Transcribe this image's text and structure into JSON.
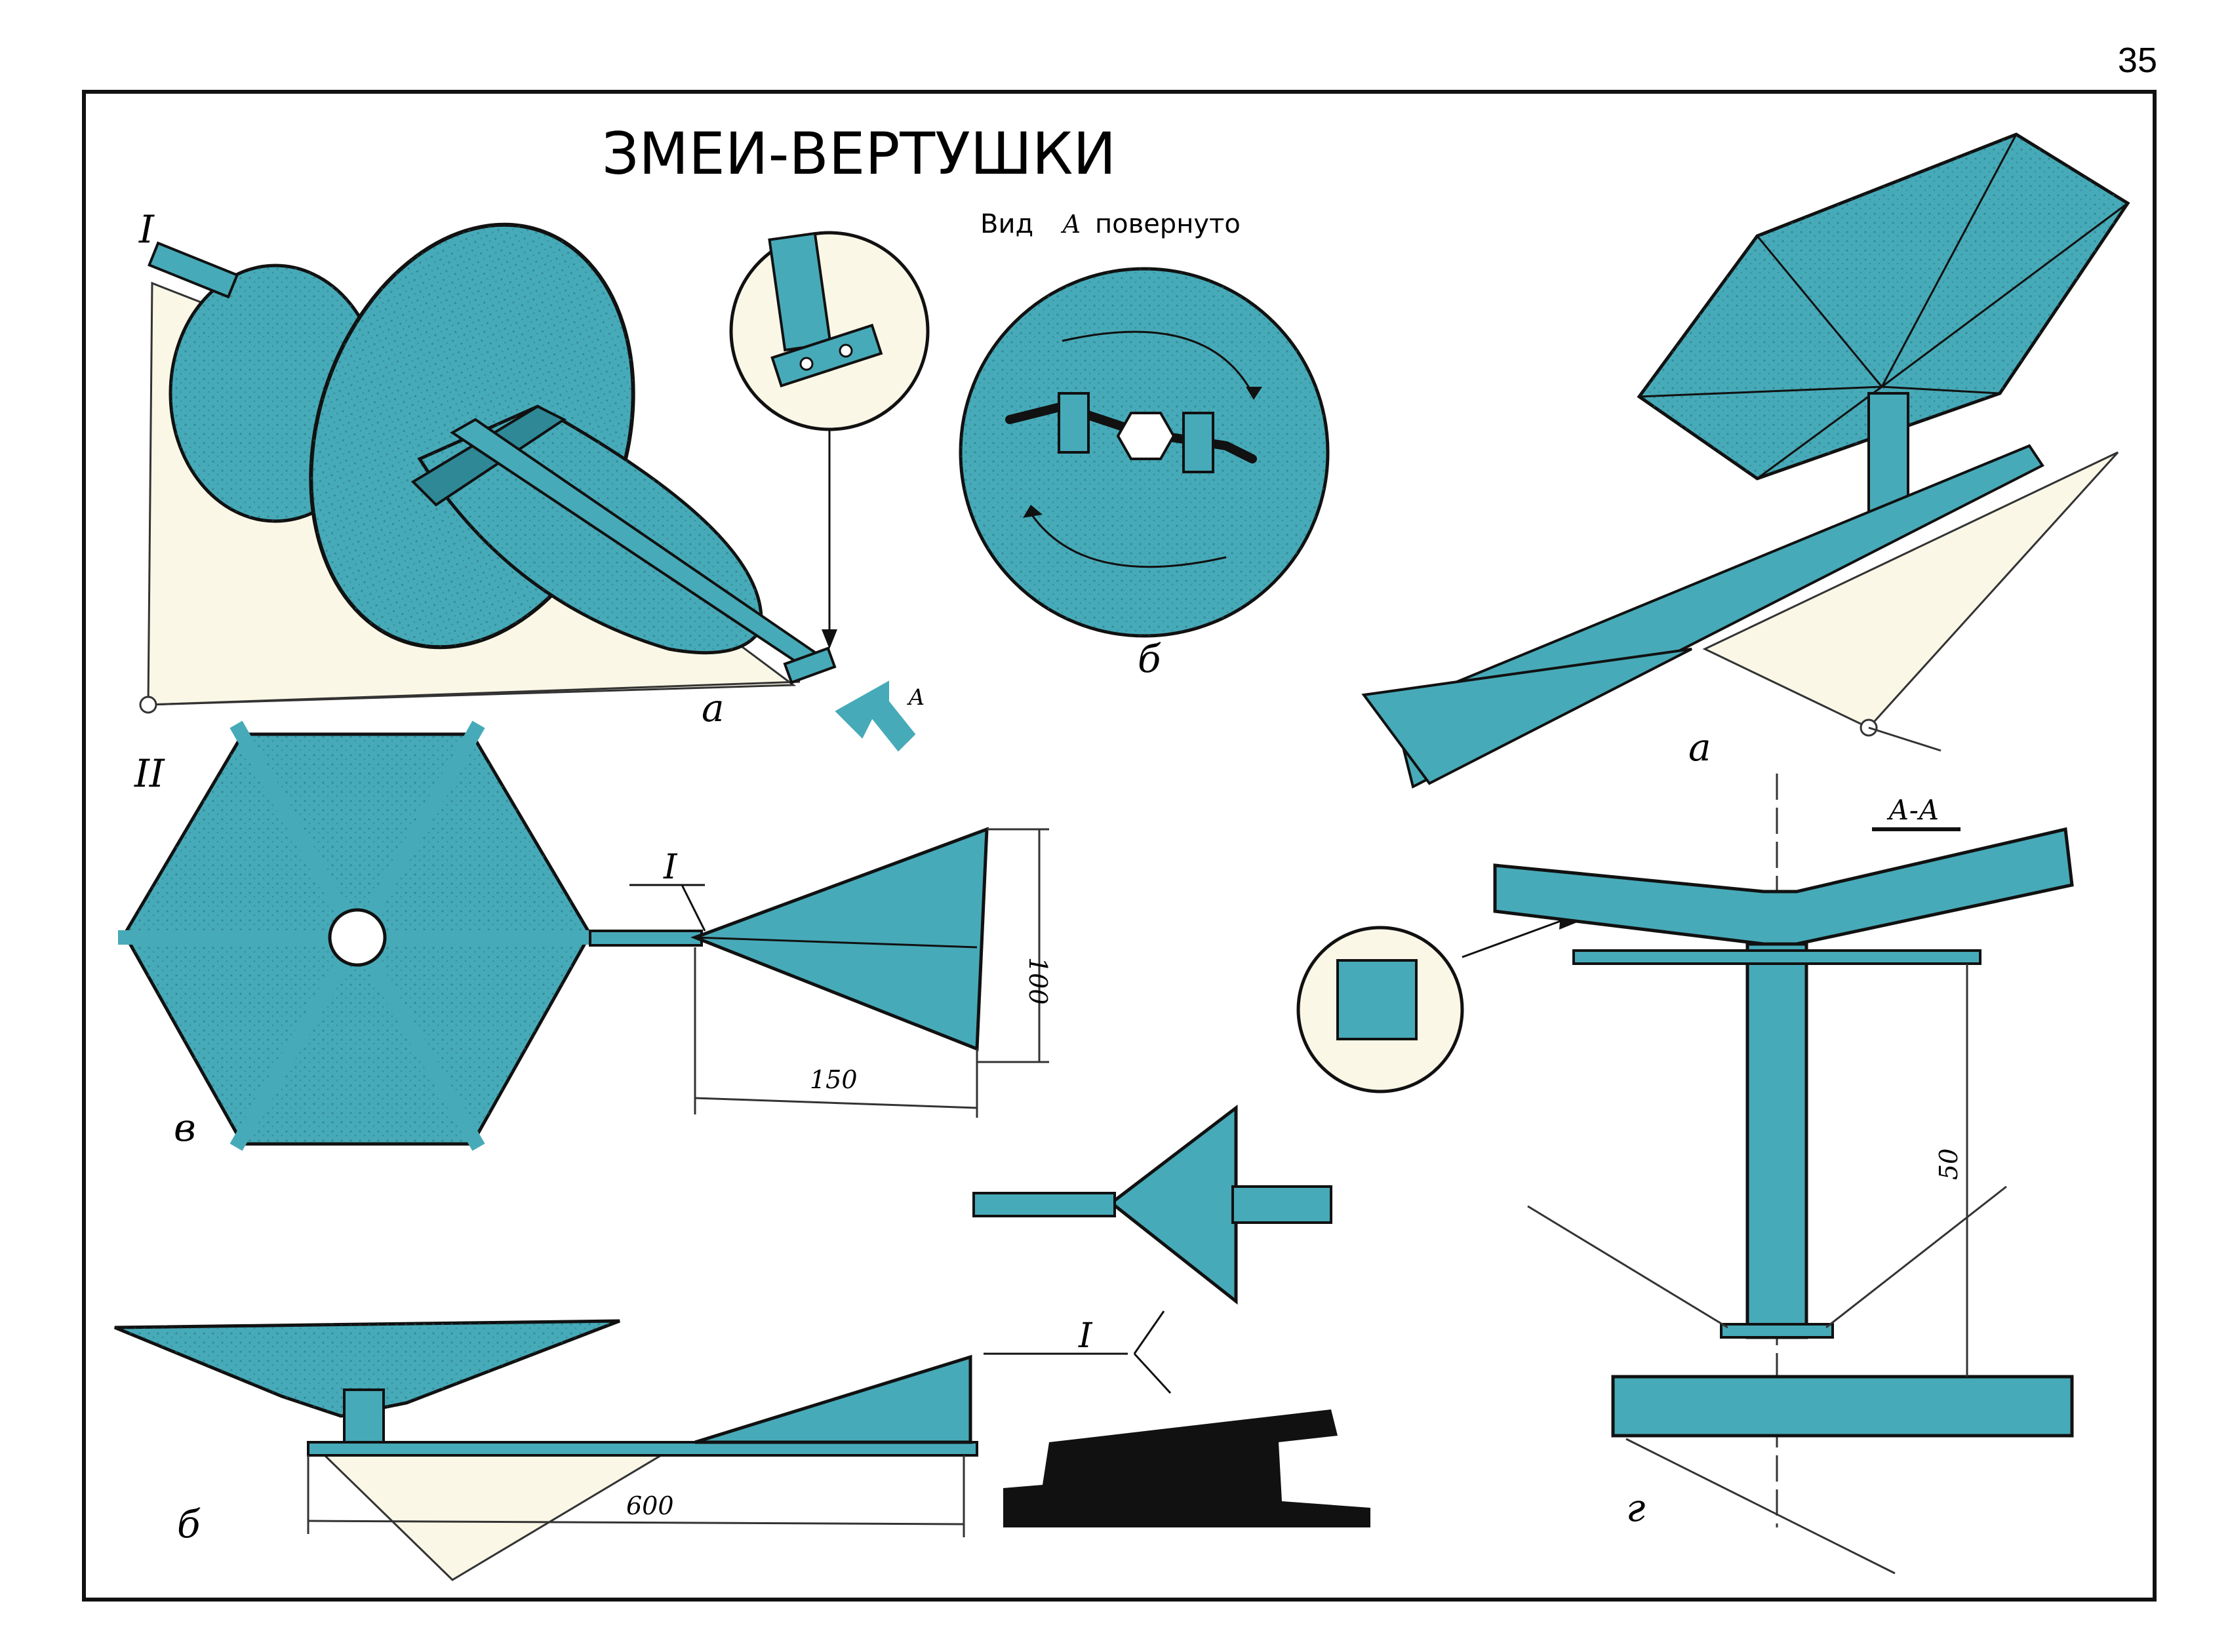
{
  "page_number": "35",
  "title": "ЗМЕИ-ВЕРТУШКИ",
  "view_caption": {
    "prefix": "Вид",
    "letter": "А",
    "suffix": "повернуто"
  },
  "section_markers": {
    "one": "I",
    "two": "II"
  },
  "figure_labels": {
    "a_top_left": "а",
    "b_view": "б",
    "a_top_right": "а",
    "v": "в",
    "b_bottom": "б",
    "g": "г"
  },
  "arrow_letter": "А",
  "detail_markers": {
    "callout_hex": "I",
    "callout_bottom": "I"
  },
  "section_label": "А-А",
  "dimensions": {
    "height_100": "100",
    "width_150": "150",
    "length_600": "600",
    "height_50": "50"
  },
  "colors": {
    "fabric": "#47aab8",
    "fabric_dark": "#2f8896",
    "outline": "#111111",
    "panel_fill": "#fbf7e6",
    "callout_bg": "#fbf7e6"
  }
}
